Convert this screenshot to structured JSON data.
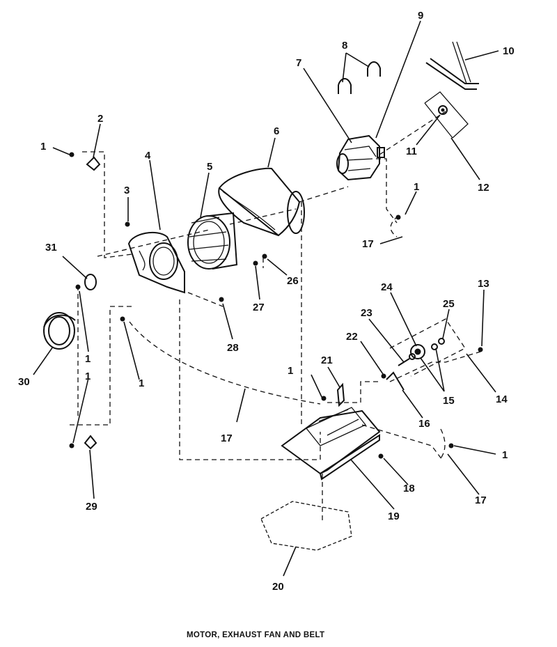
{
  "caption": "MOTOR, EXHAUST FAN AND BELT",
  "callouts": [
    {
      "label": "1"
    },
    {
      "label": "2"
    },
    {
      "label": "3"
    },
    {
      "label": "4"
    },
    {
      "label": "5"
    },
    {
      "label": "6"
    },
    {
      "label": "7"
    },
    {
      "label": "8"
    },
    {
      "label": "9"
    },
    {
      "label": "10"
    },
    {
      "label": "11"
    },
    {
      "label": "12"
    },
    {
      "label": "1"
    },
    {
      "label": "17"
    },
    {
      "label": "31"
    },
    {
      "label": "26"
    },
    {
      "label": "27"
    },
    {
      "label": "28"
    },
    {
      "label": "30"
    },
    {
      "label": "1"
    },
    {
      "label": "1"
    },
    {
      "label": "1"
    },
    {
      "label": "13"
    },
    {
      "label": "25"
    },
    {
      "label": "24"
    },
    {
      "label": "23"
    },
    {
      "label": "22"
    },
    {
      "label": "21"
    },
    {
      "label": "1"
    },
    {
      "label": "15"
    },
    {
      "label": "14"
    },
    {
      "label": "16"
    },
    {
      "label": "17"
    },
    {
      "label": "1"
    },
    {
      "label": "18"
    },
    {
      "label": "17"
    },
    {
      "label": "19"
    },
    {
      "label": "29"
    },
    {
      "label": "20"
    }
  ]
}
